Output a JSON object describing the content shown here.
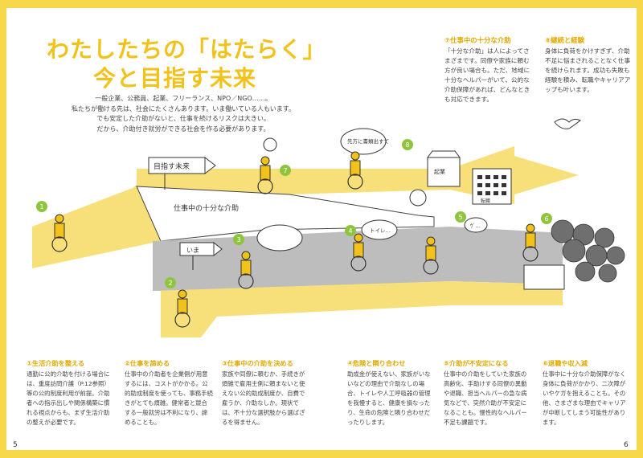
{
  "title": {
    "line1": "わたしたちの「はたらく」",
    "line2": "今と目指す未来"
  },
  "intro": [
    "一般企業、公務員、起業、フリーランス、NPO／NGO……。",
    "私たちが働ける先は、社会にたくさんあります。いま働いている人もいます。",
    "でも安定した介助がないと、仕事を続けるリスクは大きい。",
    "だから、介助付き就労ができる社会を作る必要があります。"
  ],
  "notes": [
    {
      "heading": "⑦仕事中の十分な介助",
      "body": "「十分な介助」は人によってさまざまです。同僚や家族に頼む方が良い場合も。ただ、地域に十分なヘルパーがいて、公的な介助保障があれば、どんなときも対応できます。"
    },
    {
      "heading": "⑧継続と経験",
      "body": "身体に負荷をかけすぎず、介助不足に悩まされることなく仕事を続けられます。成功も失敗も経験を積み、転職やキャリアアップも叶います。"
    }
  ],
  "signs": {
    "future": "目指す未来",
    "now": "いま",
    "road": "仕事中の十分な介助",
    "office": "転職",
    "shop": "起業"
  },
  "bubbles": {
    "b1": "先方に書類出すて",
    "b2": "トイレ…",
    "b3": "ｳﾞ…"
  },
  "markers": [
    "1",
    "2",
    "3",
    "4",
    "5",
    "6",
    "7",
    "8"
  ],
  "steps": [
    {
      "heading": "①生活介助を整える",
      "body": "通勤に公的介助を付ける場合には、重度訪問介護（P.12参照）等の公的制度利用が前提。介助者への指示出しや関係構築に慣れる視点からも、まず生活介助の整えが必要です。"
    },
    {
      "heading": "②仕事を諦める",
      "body": "仕事中の介助者を企業側が用意するには、コストがかかる。公的助成制度を使っても、事務手続きがとても煩雑。健常者と競合する一般就労は不利になり、諦めることも。"
    },
    {
      "heading": "③仕事中の介助を決める",
      "body": "家族や同僚に頼むか、手続きが煩雑で雇用主側に頼まないと使えない公的助成制度か、自費で雇うか、介助なしか。現状では、不十分な選択肢から選ばざるを得ません。"
    },
    {
      "heading": "④危険と隣り合わせ",
      "body": "助成金が使えない、家族がいないなどの理由で介助なしの場合、トイレや人工呼吸器の管理を我慢すると、健康を損なったり、生命の危険と隣り合わせだったりします。"
    },
    {
      "heading": "⑤介助が不安定になる",
      "body": "仕事中の介助をしていた家族の高齢化、手助けする同僚の異動や退職、担当ヘルパーの急な病気などで、突然介助が不安定になることも。慢性的なヘルパー不足も課題です。"
    },
    {
      "heading": "⑥退職や収入減",
      "body": "仕事中に十分な介助保障がなく身体に負荷がかかり、二次障がいやケガを抱えることも。その他、さまざまな理由でキャリアが中断してしまう可能性があります。"
    }
  ],
  "page_numbers": {
    "left": "5",
    "right": "6"
  },
  "colors": {
    "yellow": "#f7d84a",
    "accent": "#f2c21b",
    "heading": "#e2a800"
  }
}
